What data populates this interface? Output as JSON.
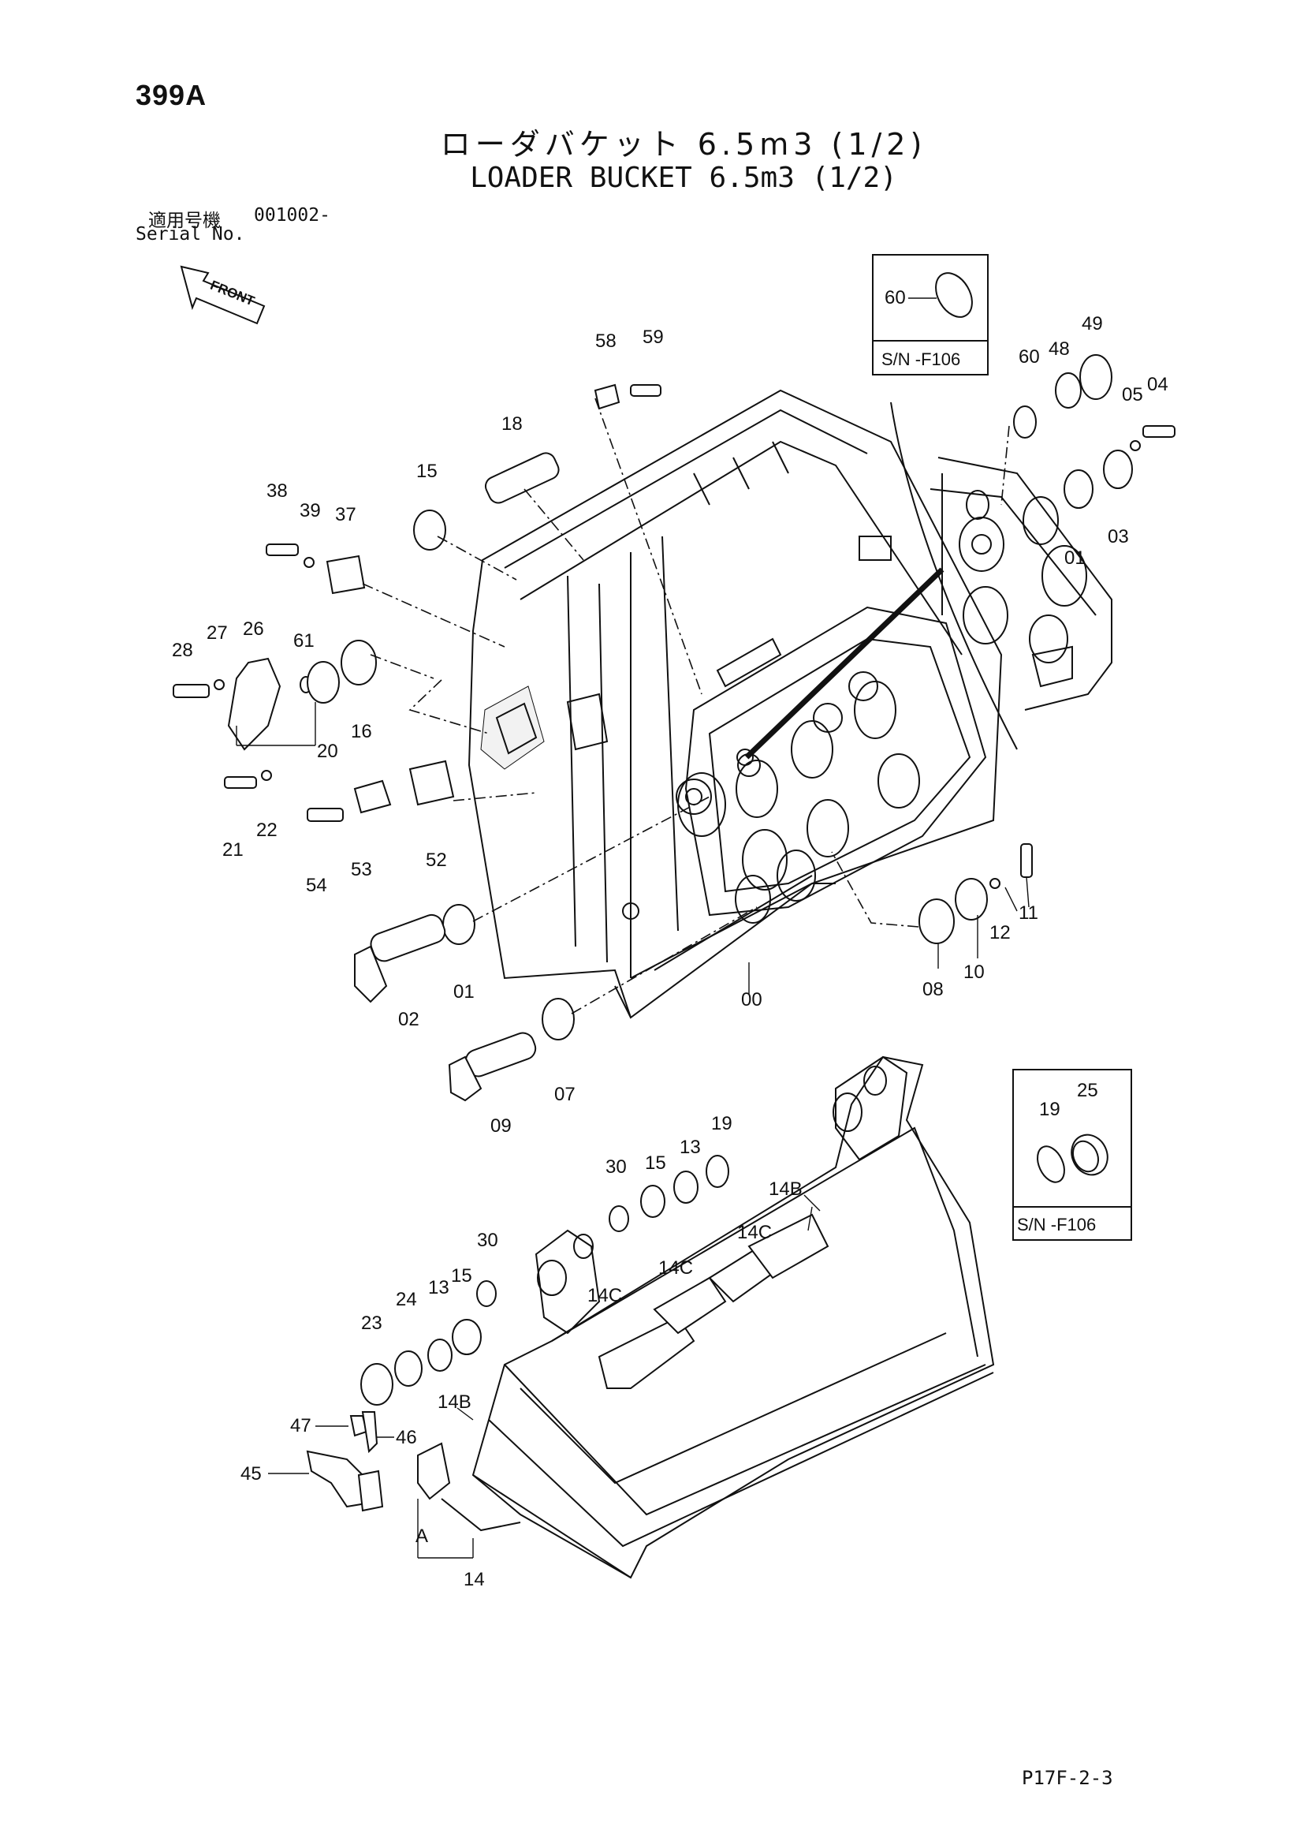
{
  "header": {
    "page_number": "399A",
    "title_jp": "ローダバケット 6.5m3 (1/2)",
    "title_en": "LOADER BUCKET 6.5m3 (1/2)",
    "serial_label_jp": "適用号機",
    "serial_label_en": "Serial No.",
    "serial_number": "001002-"
  },
  "front_arrow": {
    "label": "FRONT"
  },
  "insets": [
    {
      "id": "inset-top",
      "part": "60",
      "note": "S/N -F106"
    },
    {
      "id": "inset-right",
      "parts": [
        "19",
        "25"
      ],
      "note": "S/N -F106"
    }
  ],
  "part_labels": {
    "p00": "00",
    "p01a": "01",
    "p01b": "01",
    "p02": "02",
    "p03": "03",
    "p04": "04",
    "p05": "05",
    "p07": "07",
    "p08": "08",
    "p09": "09",
    "p10": "10",
    "p11": "11",
    "p12": "12",
    "p13a": "13",
    "p13b": "13",
    "p14": "14",
    "p14b1": "14B",
    "p14b2": "14B",
    "p14c1": "14C",
    "p14c2": "14C",
    "p14c3": "14C",
    "p15a": "15",
    "p15b": "15",
    "p15c": "15",
    "p16": "16",
    "p18": "18",
    "p19a": "19",
    "p19b": "19",
    "p20": "20",
    "p21": "21",
    "p22": "22",
    "p23": "23",
    "p24": "24",
    "p25": "25",
    "p26": "26",
    "p27": "27",
    "p28": "28",
    "p30a": "30",
    "p30b": "30",
    "p37": "37",
    "p38": "38",
    "p39": "39",
    "p45": "45",
    "p46": "46",
    "p47": "47",
    "p48": "48",
    "p49": "49",
    "p52": "52",
    "p53": "53",
    "p54": "54",
    "p58": "58",
    "p59": "59",
    "p60a": "60",
    "p60b": "60",
    "p61": "61",
    "pA": "A"
  },
  "footer": {
    "code": "P17F-2-3"
  }
}
